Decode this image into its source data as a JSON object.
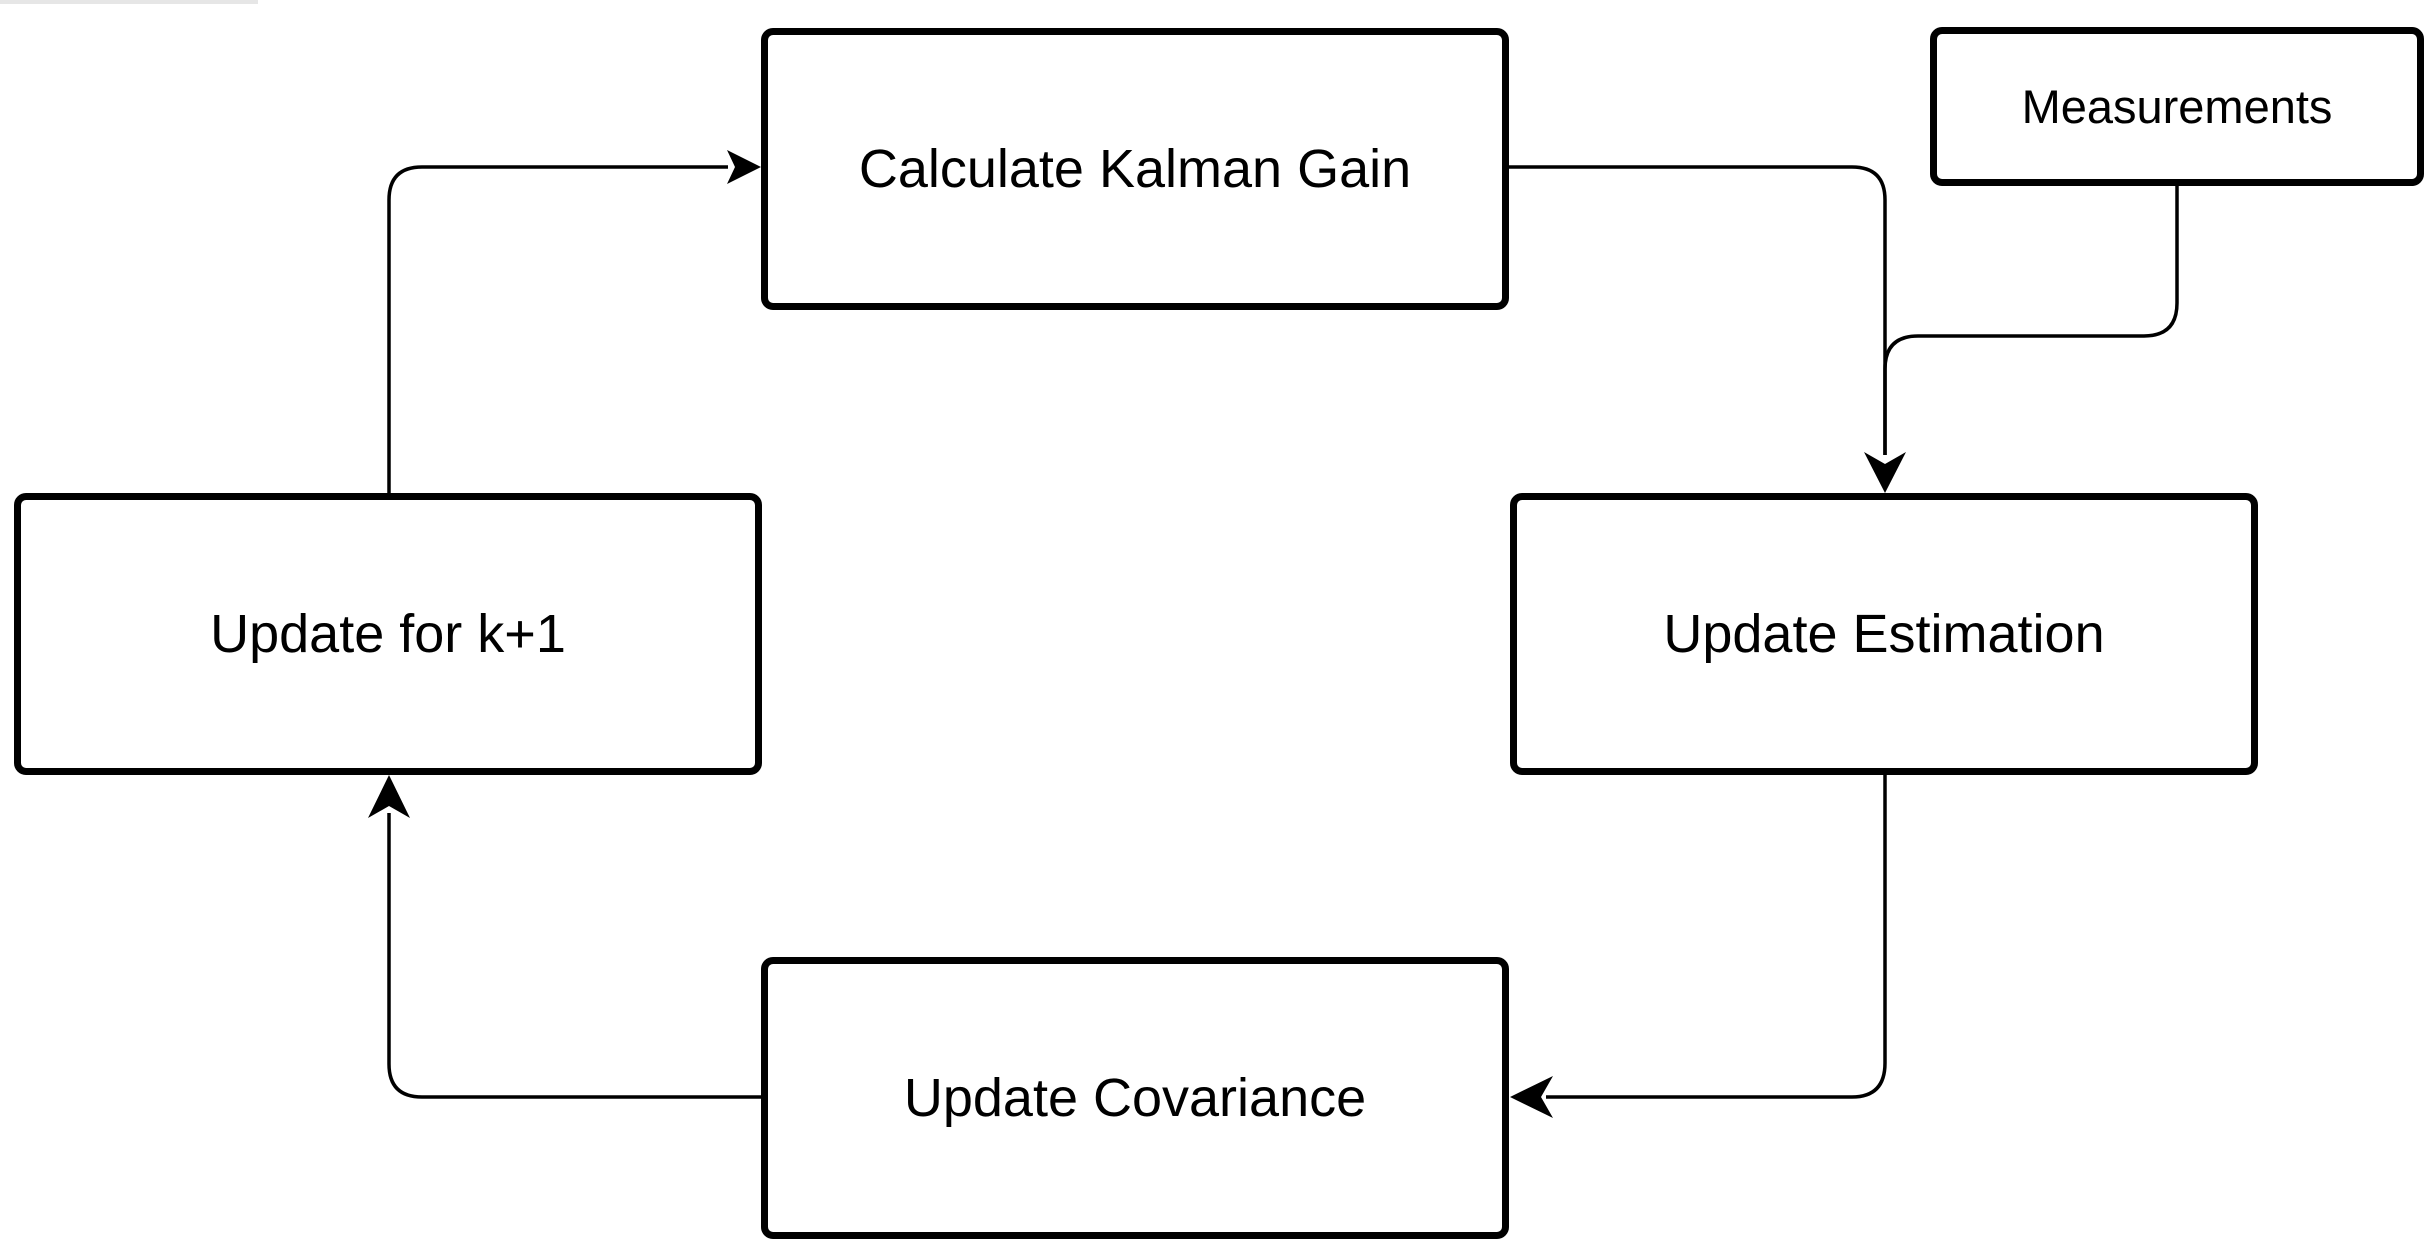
{
  "diagram": {
    "nodes": {
      "kalman": "Calculate Kalman Gain",
      "estimation": "Update Estimation",
      "covariance": "Update Covariance",
      "update_k": "Update for k+1",
      "measurements": "Measurements"
    },
    "edges": [
      {
        "from": "kalman",
        "to": "estimation"
      },
      {
        "from": "measurements",
        "to": "estimation"
      },
      {
        "from": "estimation",
        "to": "covariance"
      },
      {
        "from": "covariance",
        "to": "update_k"
      },
      {
        "from": "update_k",
        "to": "kalman"
      }
    ],
    "colors": {
      "stroke": "#000000",
      "background": "#ffffff"
    }
  }
}
